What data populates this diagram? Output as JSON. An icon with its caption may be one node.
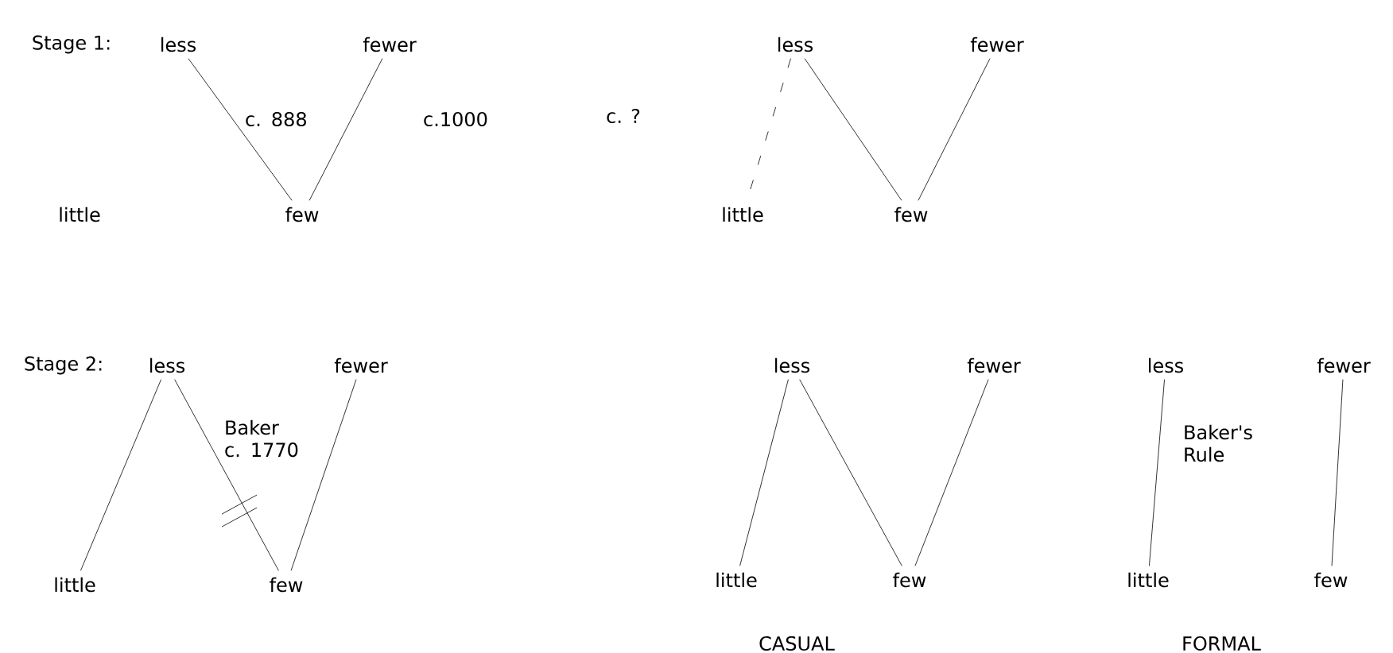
{
  "diagram": {
    "nodes": [
      {
        "text": [
          "less"
        ]
      },
      {
        "text": [
          "fewer"
        ]
      },
      {
        "text": [
          "little"
        ]
      },
      {
        "text": [
          "few"
        ]
      },
      {
        "text": [
          "less"
        ]
      },
      {
        "text": [
          "fewer"
        ]
      },
      {
        "text": [
          "little"
        ]
      },
      {
        "text": [
          "few"
        ]
      },
      {
        "text": [
          "less"
        ]
      },
      {
        "text": [
          "fewer"
        ]
      },
      {
        "text": [
          "little"
        ]
      },
      {
        "text": [
          "few"
        ]
      },
      {
        "text": [
          "less"
        ]
      },
      {
        "text": [
          "fewer"
        ]
      },
      {
        "text": [
          "little"
        ]
      },
      {
        "text": [
          "few"
        ]
      },
      {
        "text": [
          "less"
        ]
      },
      {
        "text": [
          "fewer"
        ]
      },
      {
        "text": [
          "little"
        ]
      },
      {
        "text": [
          "few"
        ]
      }
    ],
    "edges": [
      {
        "from": 0,
        "to": 3,
        "arrow": "none",
        "label": "c. 888"
      },
      {
        "from": 1,
        "to": 3,
        "arrow": "none",
        "label": "c.1000"
      },
      {
        "from": 4,
        "to": 6,
        "arrow": "none",
        "style": "dashed"
      },
      {
        "from": 4,
        "to": 7,
        "arrow": "none"
      },
      {
        "from": 5,
        "to": 7,
        "arrow": "none"
      },
      {
        "from": 10,
        "to": 8,
        "arrow": "none"
      },
      {
        "from": 8,
        "to": 11,
        "arrow": "none",
        "label": "Baker c. 1770"
      },
      {
        "from": 9,
        "to": 11,
        "arrow": "none"
      },
      {
        "from": 14,
        "to": 12,
        "arrow": "none"
      },
      {
        "from": 12,
        "to": 15,
        "arrow": "none"
      },
      {
        "from": 13,
        "to": 15,
        "arrow": "none"
      },
      {
        "from": 18,
        "to": 16,
        "arrow": "none"
      },
      {
        "from": 19,
        "to": 17,
        "arrow": "none"
      }
    ],
    "labels": [
      "Stage 1:",
      "c. ?",
      "Stage 2:",
      "Baker's Rule",
      "CASUAL",
      "FORMAL"
    ]
  }
}
